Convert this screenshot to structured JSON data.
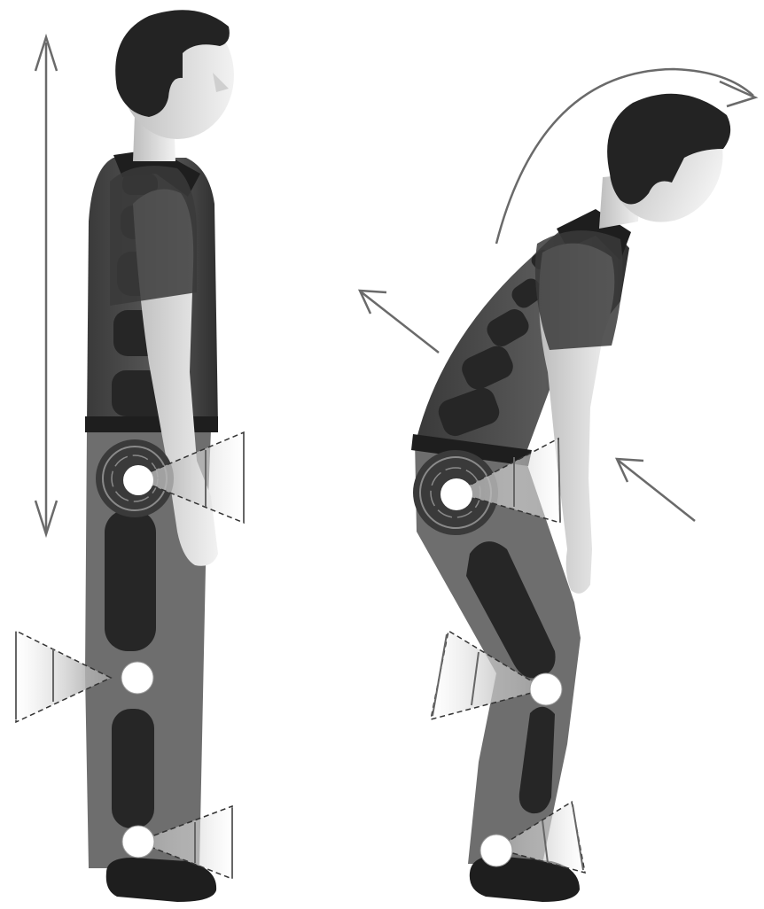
{
  "figures": [
    {
      "name": "upright-posture",
      "posture": "standing",
      "arrows": [
        "vertical-double-arrow"
      ],
      "joints": [
        "hip-joint",
        "knee-joint",
        "ankle-joint"
      ]
    },
    {
      "name": "stooped-posture",
      "posture": "forward-bend",
      "arrows": [
        "curved-head-arrow",
        "back-arrow",
        "chest-arrow"
      ],
      "joints": [
        "hip-joint",
        "knee-joint",
        "ankle-joint"
      ]
    }
  ],
  "colors": {
    "skin": "#d9d9d9",
    "hair": "#232323",
    "shirt": "#4a4a4a",
    "pads": "#262626",
    "trousers": "#6e6e6e",
    "shoes": "#1e1e1e",
    "joint": "#ffffff",
    "arrow": "#6a6a6a"
  }
}
